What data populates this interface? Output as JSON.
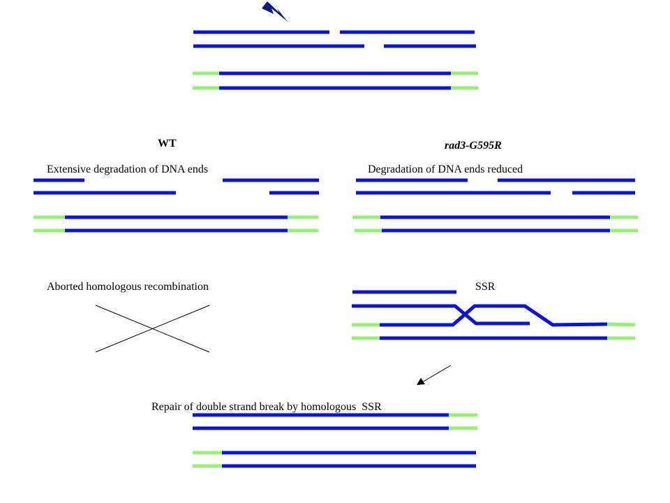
{
  "colors": {
    "duplex": "#0a14d2",
    "homolog_end": "#99ee77",
    "line": "#000000",
    "bolt": "#0a1a82"
  },
  "icons": {
    "break": "lightning-bolt-icon",
    "flow": "arrow-icon"
  },
  "labels": {
    "wt": "WT",
    "mutant": "rad3-G595R",
    "wt_outcome": "Extensive degradation of DNA ends",
    "mutant_outcome": "Degradation of DNA ends reduced",
    "wt_result": "Aborted homologous recombination",
    "mutant_result": "SSR",
    "final": "Repair of double strand break by homologous  SSR"
  }
}
